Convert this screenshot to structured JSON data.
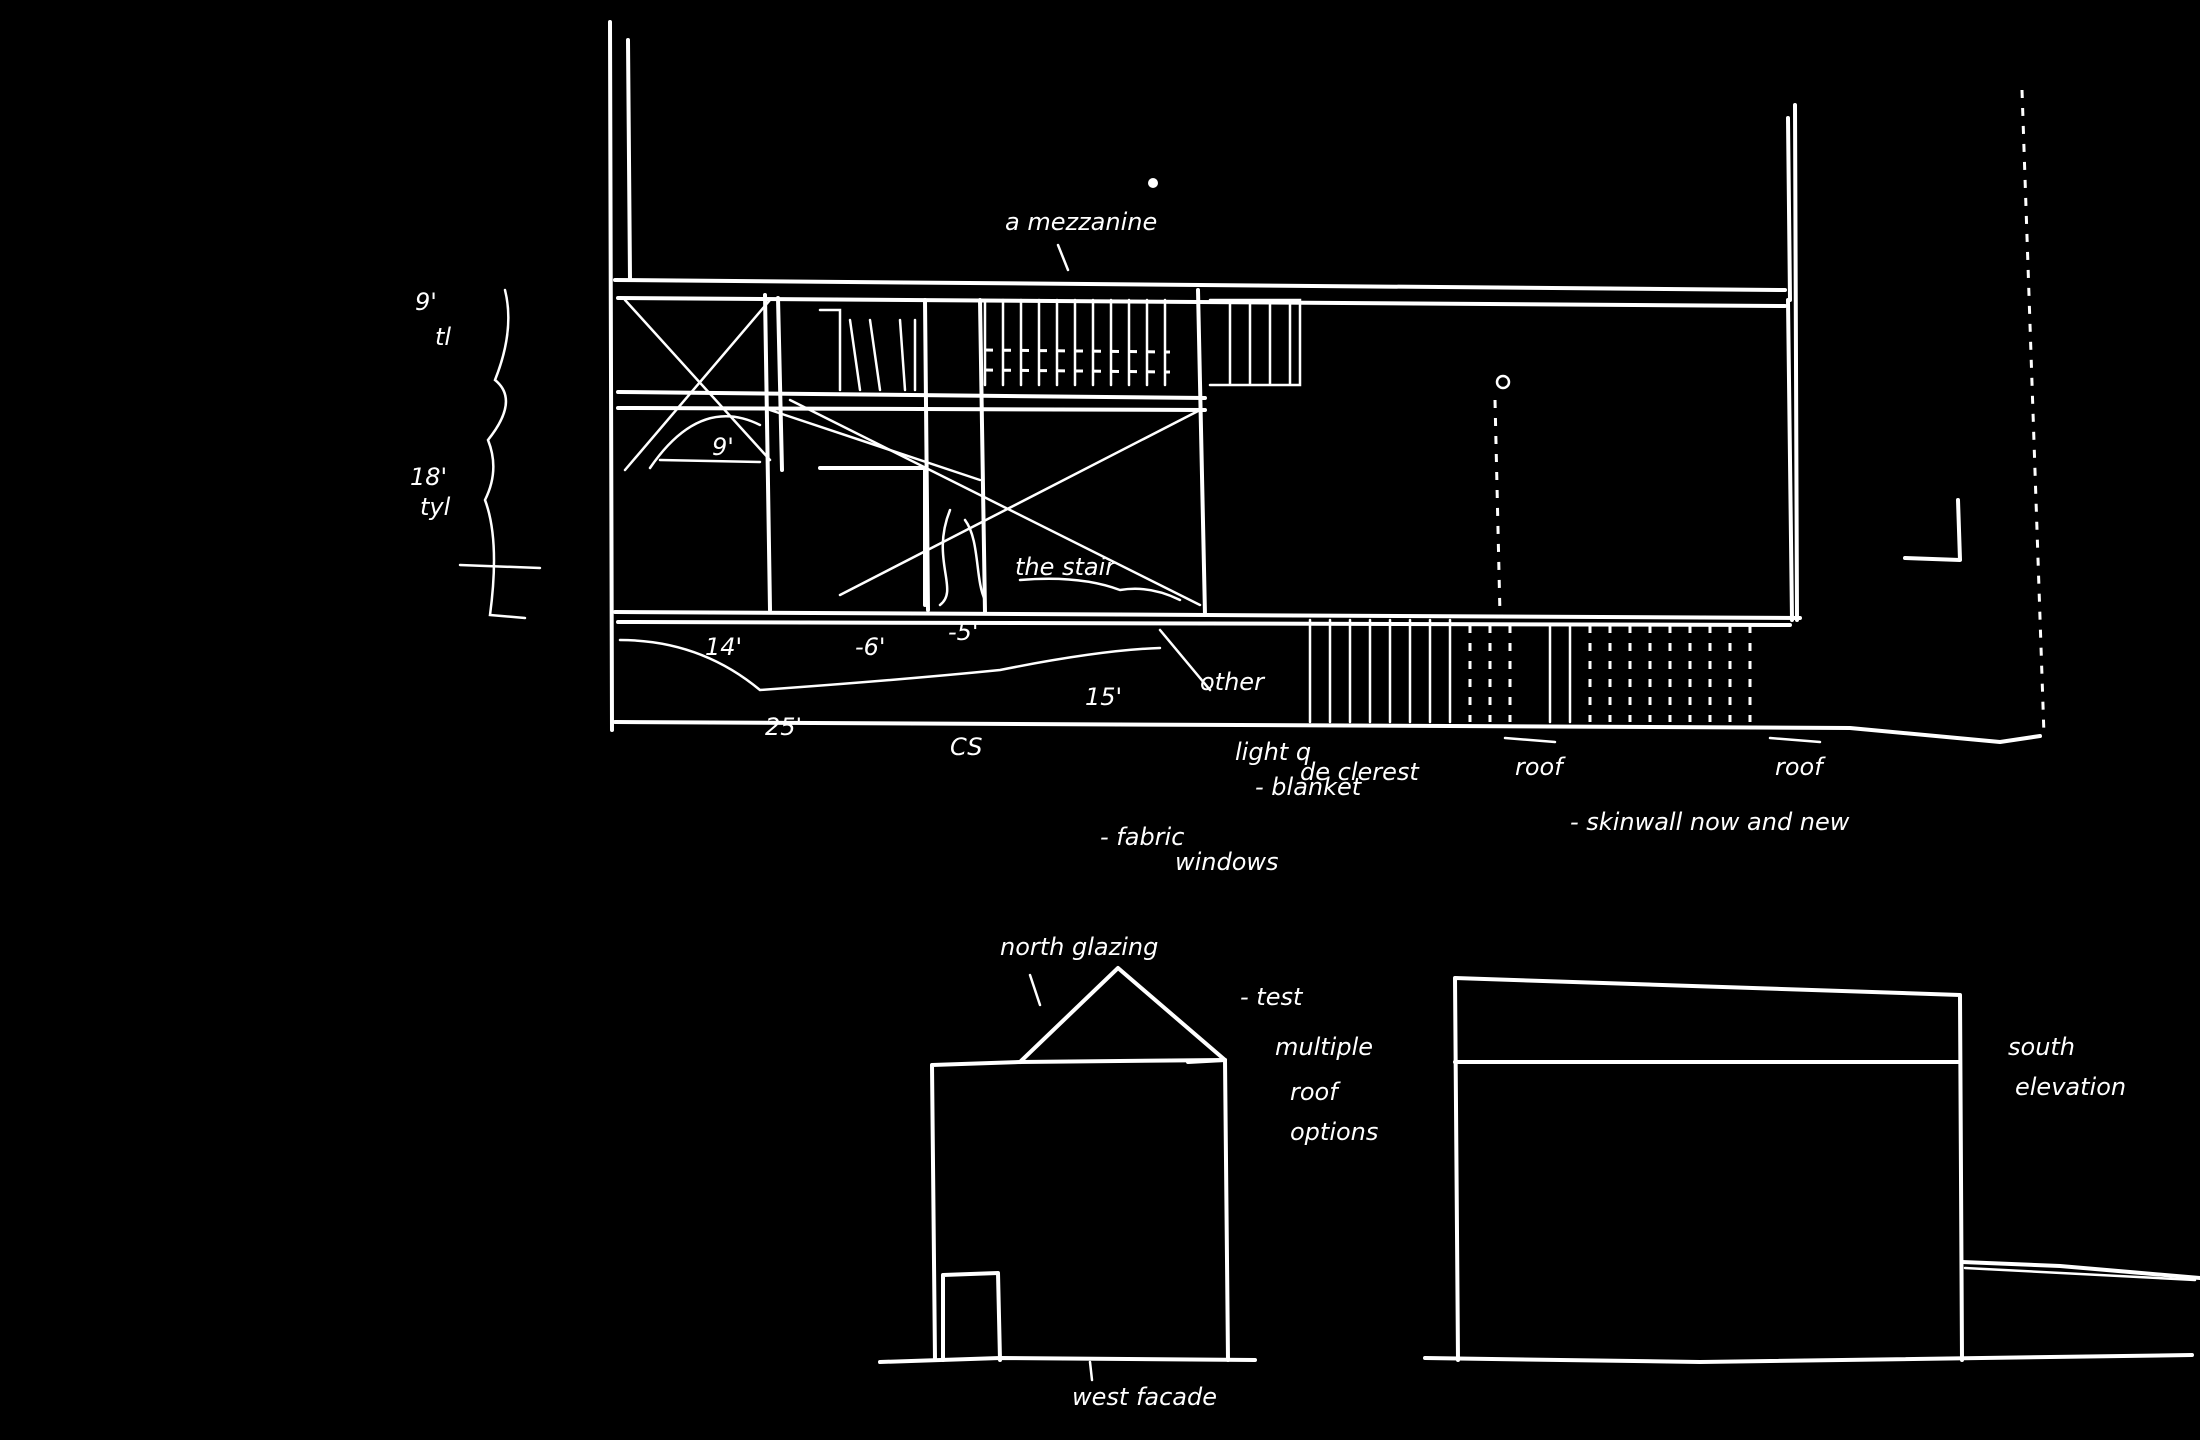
{
  "annotations": {
    "mezzanine_note": "a mezzanine",
    "height_upper": "9'",
    "height_upper_sub": "tl",
    "height_lower": "18'",
    "height_lower_sub": "tyl",
    "dim_14": "14'",
    "dim_6": "-6'",
    "dim_5": "-5'",
    "dim_9": "9'",
    "dim_15": "15'",
    "dim_25": "25'",
    "other": "other",
    "the_stair": "the stair",
    "room_label": "CS",
    "light_note_1": "light q",
    "light_note_2": "- blanket",
    "light_note_3": "de clerest",
    "fold_note_1": "- fabric",
    "fold_note_2": "windows",
    "roof_left": "roof",
    "roof_right": "roof",
    "skinwall_note": "- skinwall now and new",
    "north_glazing": "north glazing",
    "test_1": "- test",
    "test_2": "multiple",
    "test_3": "roof",
    "test_4": "options",
    "south_1": "south",
    "south_2": "elevation",
    "west_facade": "west facade"
  }
}
